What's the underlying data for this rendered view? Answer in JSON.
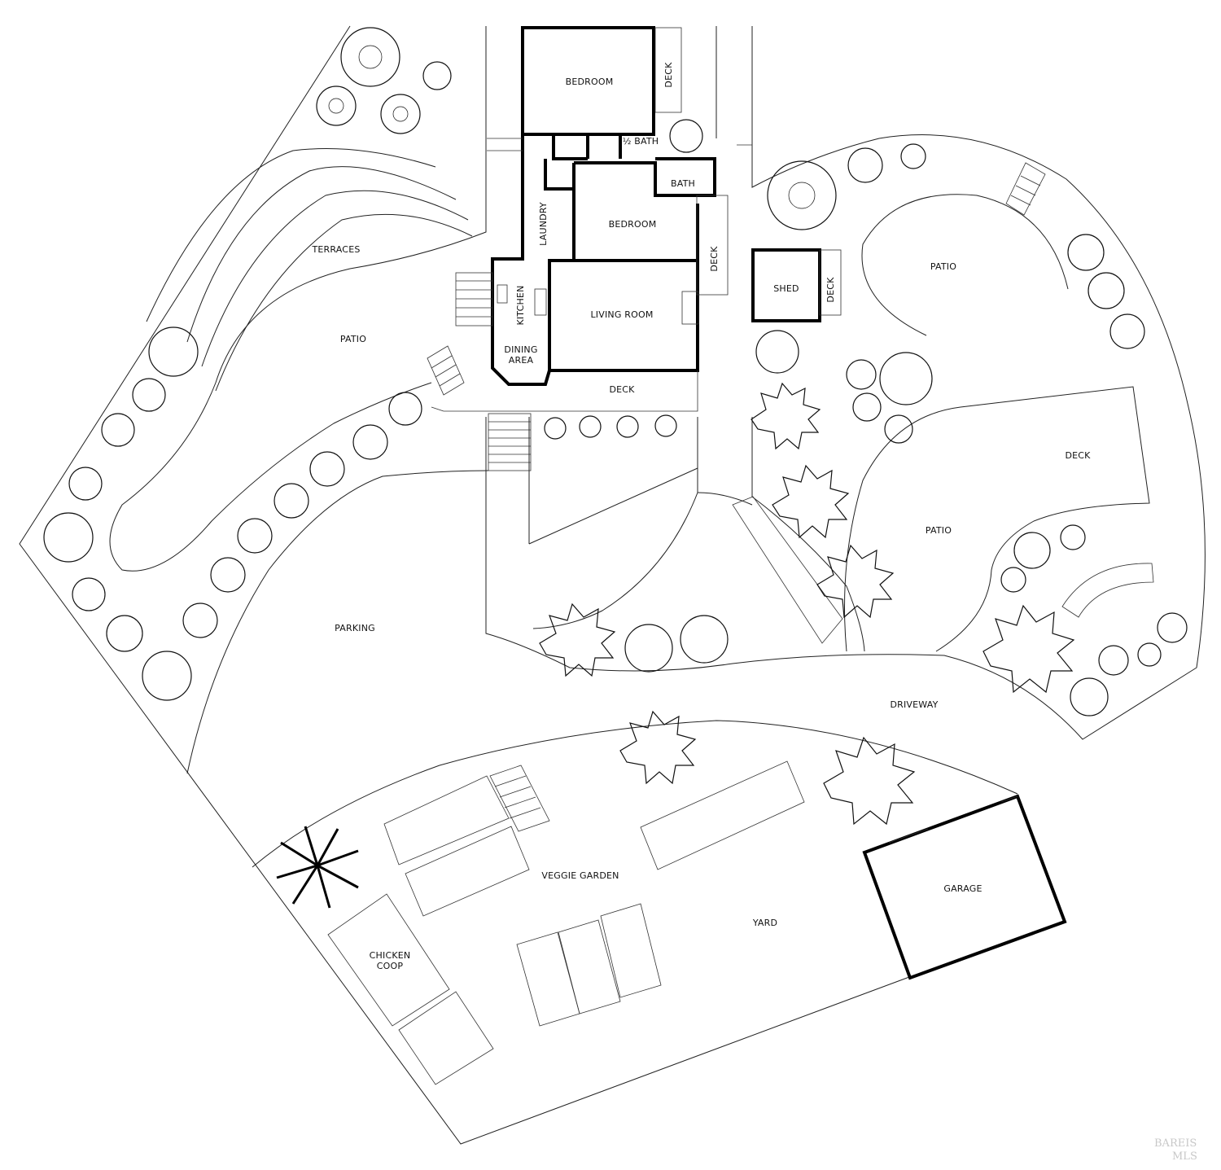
{
  "labels": {
    "bedroom_upper": "BEDROOM",
    "deck_upper": "DECK",
    "half_bath": "½ BATH",
    "bath": "BATH",
    "laundry": "LAUNDRY",
    "bedroom_main": "BEDROOM",
    "deck_right": "DECK",
    "kitchen": "KITCHEN",
    "living_room": "LIVING ROOM",
    "dining_line1": "DINING",
    "dining_line2": "AREA",
    "deck_front": "DECK",
    "terraces": "TERRACES",
    "patio_left": "PATIO",
    "parking": "PARKING",
    "shed": "SHED",
    "deck_shed": "DECK",
    "patio_upper_right": "PATIO",
    "deck_east": "DECK",
    "patio_mid_right": "PATIO",
    "driveway": "DRIVEWAY",
    "veggie_garden": "VEGGIE GARDEN",
    "yard": "YARD",
    "garage": "GARAGE",
    "coop_line1": "CHICKEN",
    "coop_line2": "COOP"
  },
  "watermark": {
    "line1": "BAREIS",
    "line2": "MLS"
  },
  "icons": {
    "tree": "deciduous-tree-icon",
    "shrub": "shrub-icon",
    "palm": "palm-tree-icon",
    "bare_tree": "bare-tree-icon",
    "door_swing": "door-swing-icon",
    "stairs": "stairs-icon"
  }
}
